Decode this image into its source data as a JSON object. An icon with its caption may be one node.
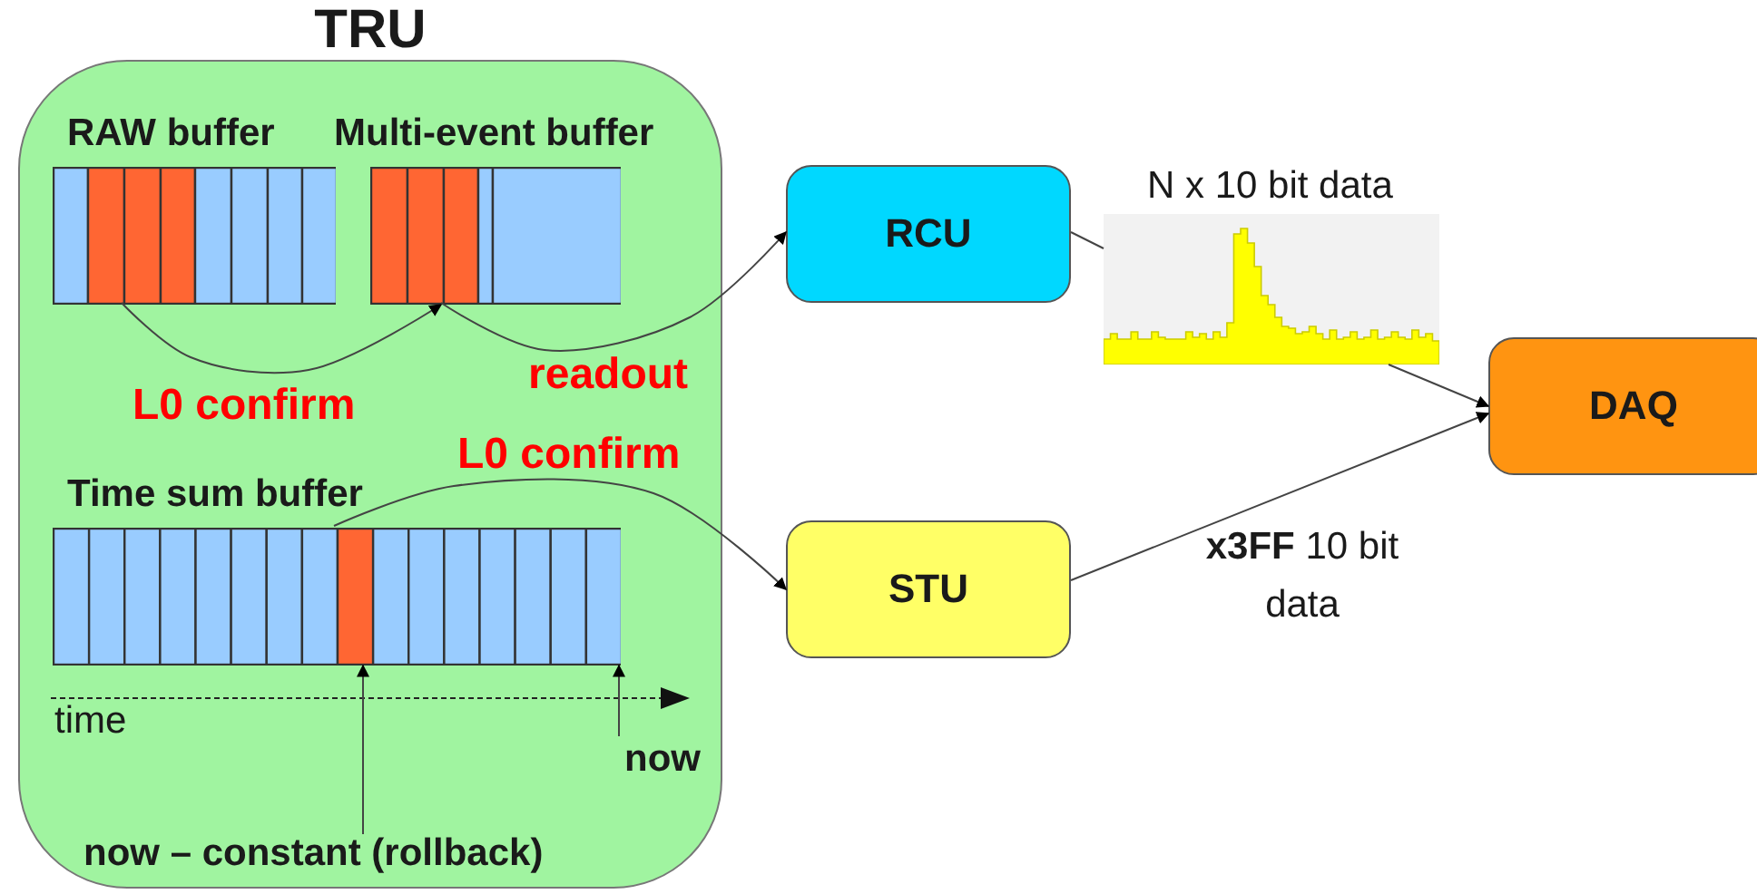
{
  "diagram": {
    "nodes": [
      {
        "text": [
          "TRU"
        ]
      },
      {
        "text": [
          "RAW buffer"
        ],
        "in": 0
      },
      {
        "text": [
          "Multi-event buffer"
        ],
        "in": 0
      },
      {
        "text": [
          "Time sum buffer"
        ],
        "in": 0
      },
      {
        "text": [
          "RCU"
        ]
      },
      {
        "text": [
          "STU"
        ]
      },
      {
        "text": [
          "DAQ"
        ]
      },
      {
        "text": [
          "N x 10 bit data"
        ]
      },
      {
        "text": [
          "now"
        ],
        "in": 0
      },
      {
        "text": [
          "now – constant (rollback)"
        ],
        "in": 0
      }
    ],
    "edges": [
      {
        "from": 1,
        "to": 2,
        "arrow": "to",
        "label": "L0 confirm"
      },
      {
        "from": 2,
        "to": 4,
        "arrow": "to",
        "label": "readout"
      },
      {
        "from": 3,
        "to": 5,
        "arrow": "to",
        "label": "L0 confirm"
      },
      {
        "from": 4,
        "to": 7,
        "arrow": "none"
      },
      {
        "from": 7,
        "to": 6,
        "arrow": "to"
      },
      {
        "from": 5,
        "to": 6,
        "arrow": "to",
        "label": "**x3FF** 10 bit data"
      },
      {
        "from": 8,
        "to": 3,
        "arrow": "to"
      },
      {
        "from": 9,
        "to": 3,
        "arrow": "to"
      }
    ],
    "labels": [
      "time"
    ]
  }
}
